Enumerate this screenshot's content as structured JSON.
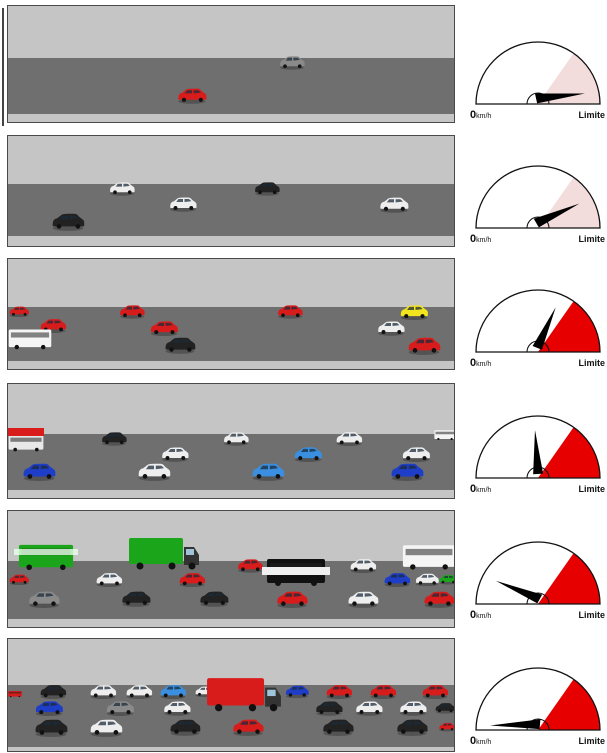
{
  "gauge_labels": {
    "zero": "0",
    "unit": "km/h",
    "limit": "Limite"
  },
  "colors": {
    "sky": "#c5c5c5",
    "road": "#6f6f6f",
    "limit_zone_light": "#f3dcdc",
    "limit_zone_dark": "#e60000",
    "needle": "#000000",
    "car_red": "#d81c1c",
    "car_white": "#eeeeee",
    "car_black": "#222222",
    "car_blue": "#1f3ec8",
    "car_light_blue": "#3a8fe0",
    "car_gray": "#8a8a8a",
    "car_yellow": "#f2e41d",
    "truck_green": "#1aa51a",
    "bus_white": "#f5f5f5"
  },
  "panels": [
    {
      "limit_zone": "light",
      "speed_fraction": 0.93
    },
    {
      "limit_zone": "light",
      "speed_fraction": 0.83
    },
    {
      "limit_zone": "dark",
      "speed_fraction": 0.62
    },
    {
      "limit_zone": "dark",
      "speed_fraction": 0.48
    },
    {
      "limit_zone": "dark",
      "speed_fraction": 0.16
    },
    {
      "limit_zone": "dark",
      "speed_fraction": 0.03
    }
  ]
}
